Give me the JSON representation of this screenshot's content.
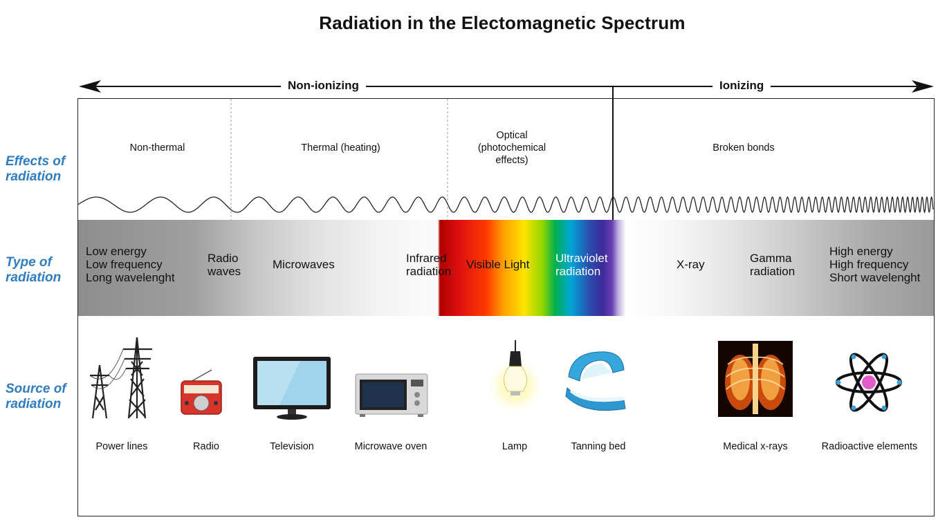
{
  "title": "Radiation in the Electomagnetic Spectrum",
  "categories": {
    "non_ionizing": "Non-ionizing",
    "ionizing": "Ionizing"
  },
  "row_labels": {
    "effects": [
      "Effects of",
      "radiation"
    ],
    "type": [
      "Type of",
      "radiation"
    ],
    "source": [
      "Source of",
      "radiation"
    ]
  },
  "effects": {
    "non_thermal": "Non-thermal",
    "thermal": "Thermal (heating)",
    "optical": [
      "Optical",
      "(photochemical",
      "effects)"
    ],
    "broken_bonds": "Broken bonds"
  },
  "types": {
    "low_end": [
      "Low energy",
      "Low frequency",
      "Long wavelenght"
    ],
    "radio_waves": [
      "Radio",
      "waves"
    ],
    "microwaves": "Microwaves",
    "infrared": [
      "Infrared",
      "radiation"
    ],
    "visible": "Visible Light",
    "ultraviolet": [
      "Ultraviolet",
      "radiation"
    ],
    "xray": "X-ray",
    "gamma": [
      "Gamma",
      "radiation"
    ],
    "high_end": [
      "High energy",
      "High frequency",
      "Short wavelenght"
    ]
  },
  "sources": {
    "power_lines": "Power lines",
    "radio": "Radio",
    "television": "Television",
    "microwave_oven": "Microwave oven",
    "lamp": "Lamp",
    "tanning_bed": "Tanning bed",
    "medical_xrays": "Medical x-rays",
    "radioactive": "Radioactive elements"
  },
  "icons": [
    "power-lines-icon",
    "radio-icon",
    "television-icon",
    "microwave-oven-icon",
    "lamp-icon",
    "tanning-bed-icon",
    "xray-icon",
    "atom-icon"
  ],
  "colors": {
    "row_label": "#2f7cc1",
    "frame": "#222222"
  }
}
